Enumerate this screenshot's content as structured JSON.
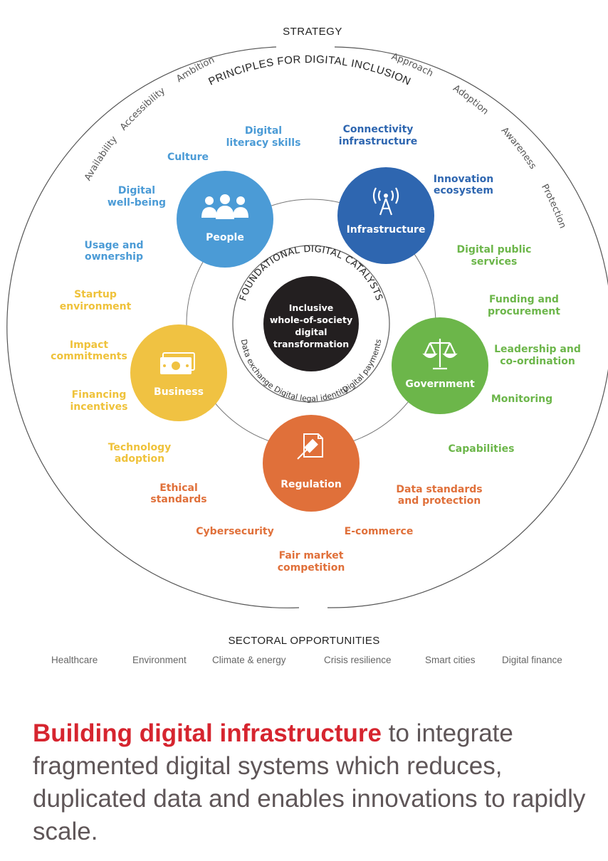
{
  "diagram": {
    "header_strategy": "STRATEGY",
    "header_principles": "PRINCIPLES FOR DIGITAL INCLUSION",
    "principles_left": [
      "Availability",
      "Accessibility",
      "Ambition"
    ],
    "principles_right": [
      "Approach",
      "Adoption",
      "Awareness",
      "Protection"
    ],
    "catalysts_label": "FOUNDATIONAL DIGITAL CATALYSTS",
    "catalysts": [
      "Data exchange",
      "Digital legal identity",
      "Digital payments"
    ],
    "center": [
      "Inclusive",
      "whole-of-society",
      "digital",
      "transformation"
    ],
    "pillars": [
      {
        "key": "people",
        "label": "People",
        "color": "#4b9bd6",
        "icon": "people-icon"
      },
      {
        "key": "infrastructure",
        "label": "Infrastructure",
        "color": "#2e66b0",
        "icon": "antenna-icon"
      },
      {
        "key": "government",
        "label": "Government",
        "color": "#6cb64a",
        "icon": "scales-icon"
      },
      {
        "key": "regulation",
        "label": "Regulation",
        "color": "#e0703a",
        "icon": "gavel-document-icon"
      },
      {
        "key": "business",
        "label": "Business",
        "color": "#f0c242",
        "icon": "money-icon"
      }
    ],
    "items": {
      "people": [
        [
          "Digital",
          "literacy skills"
        ],
        [
          "Culture"
        ],
        [
          "Digital",
          "well-being"
        ],
        [
          "Usage and",
          "ownership"
        ]
      ],
      "infrastructure": [
        [
          "Connectivity",
          "infrastructure"
        ],
        [
          "Innovation",
          "ecosystem"
        ]
      ],
      "government": [
        [
          "Digital public",
          "services"
        ],
        [
          "Funding and",
          "procurement"
        ],
        [
          "Leadership and",
          "co-ordination"
        ],
        [
          "Monitoring"
        ],
        [
          "Capabilities"
        ]
      ],
      "regulation": [
        [
          "Data standards",
          "and protection"
        ],
        [
          "E-commerce"
        ],
        [
          "Fair market",
          "competition"
        ],
        [
          "Cybersecurity"
        ],
        [
          "Ethical",
          "standards"
        ]
      ],
      "business": [
        [
          "Technology",
          "adoption"
        ],
        [
          "Financing",
          "incentives"
        ],
        [
          "Impact",
          "commitments"
        ],
        [
          "Startup",
          "environment"
        ]
      ]
    },
    "item_colors": {
      "people": "#4b9bd6",
      "infrastructure": "#2e66b0",
      "government": "#6cb64a",
      "regulation": "#e0703a",
      "business": "#efc23a"
    }
  },
  "sectoral": {
    "title": "SECTORAL OPPORTUNITIES",
    "items": [
      "Healthcare",
      "Environment",
      "Climate & energy",
      "Crisis resilience",
      "Smart cities",
      "Digital finance"
    ]
  },
  "caption": {
    "highlight": "Building digital infrastructure",
    "rest": " to integrate fragmented digital systems which reduces, duplicated data and enables innovations to rapidly scale."
  }
}
